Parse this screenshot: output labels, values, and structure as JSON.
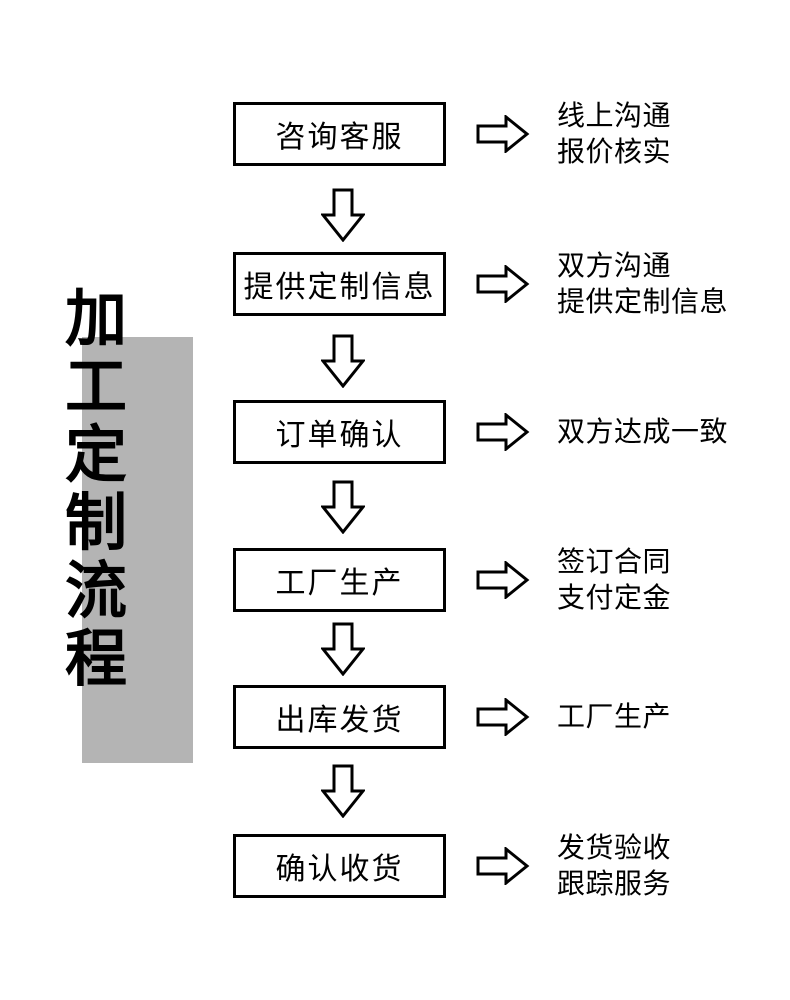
{
  "page": {
    "background": "#ffffff",
    "ink": "#000000"
  },
  "title": {
    "text": "加工定制流程",
    "chars": [
      "加",
      "工",
      "定",
      "制",
      "流",
      "程"
    ],
    "shadow_color": "#b4b4b4"
  },
  "steps": [
    {
      "box_label": "咨询客服",
      "note_lines": [
        "线上沟通",
        "报价核实"
      ]
    },
    {
      "box_label": "提供定制信息",
      "note_lines": [
        "双方沟通",
        "提供定制信息"
      ]
    },
    {
      "box_label": "订单确认",
      "note_lines": [
        "双方达成一致"
      ]
    },
    {
      "box_label": "工厂生产",
      "note_lines": [
        "签订合同",
        "支付定金"
      ]
    },
    {
      "box_label": "出库发货",
      "note_lines": [
        "工厂生产"
      ]
    },
    {
      "box_label": "确认收货",
      "note_lines": [
        "发货验收",
        "跟踪服务"
      ]
    }
  ],
  "icons": {
    "down_arrow": "down-block-arrow",
    "right_arrow": "right-block-arrow"
  }
}
